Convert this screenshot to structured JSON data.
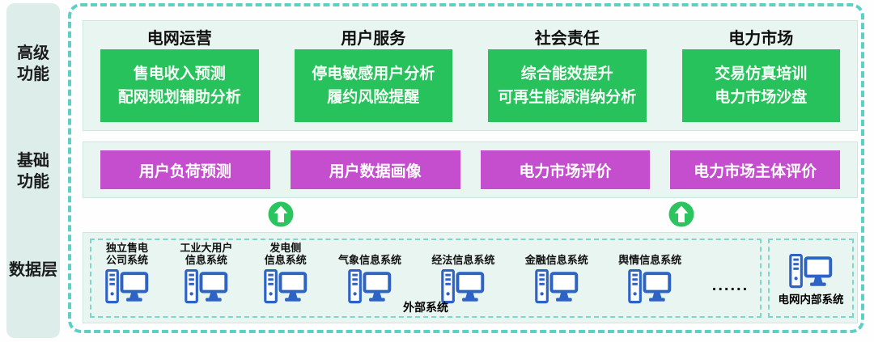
{
  "colors": {
    "frame_teal": "#5ecfc4",
    "band_background": "#e9f5f0",
    "sidebar_background": "#ddeeea",
    "function_green": "#28c25d",
    "function_magenta": "#c44ecd",
    "computer_icon_blue": "#2e63c6",
    "arrow_green": "#2cc45e"
  },
  "icons": {
    "computer": "computer-icon",
    "up_arrow": "up-arrow-icon"
  },
  "sidebar": {
    "advanced": "高级\n功能",
    "basic": "基础\n功能",
    "data": "数据层"
  },
  "advanced": {
    "columns": [
      {
        "header": "电网运营",
        "box": "售电收入预测\n配网规划辅助分析"
      },
      {
        "header": "用户服务",
        "box": "停电敏感用户分析\n履约风险提醒"
      },
      {
        "header": "社会责任",
        "box": "综合能效提升\n可再生能源消纳分析"
      },
      {
        "header": "电力市场",
        "box": "交易仿真培训\n电力市场沙盘"
      }
    ]
  },
  "basic": {
    "boxes": [
      "用户负荷预测",
      "用户数据画像",
      "电力市场评价",
      "电力市场主体评价"
    ]
  },
  "data_layer": {
    "external": {
      "systems": [
        "独立售电\n公司系统",
        "工业大用户\n信息系统",
        "发电侧\n信息系统",
        "气象信息系统",
        "经法信息系统",
        "金融信息系统",
        "舆情信息系统"
      ],
      "ellipsis": "......",
      "label": "外部系统"
    },
    "internal": {
      "label": "电网内部系统"
    }
  }
}
